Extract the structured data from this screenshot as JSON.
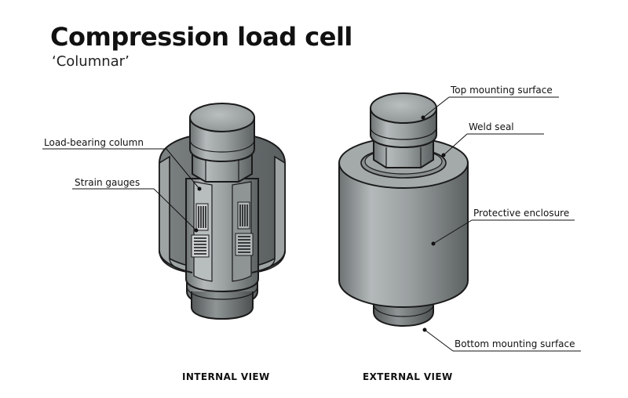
{
  "title": "Compression load cell",
  "subtitle": "‘Columnar’",
  "labels": {
    "load_bearing_column": "Load-bearing column",
    "strain_gauges": "Strain gauges",
    "top_mounting_surface": "Top mounting surface",
    "weld_seal": "Weld seal",
    "protective_enclosure": "Protective enclosure",
    "bottom_mounting_surface": "Bottom mounting surface"
  },
  "views": {
    "internal": "INTERNAL VIEW",
    "external": "EXTERNAL VIEW"
  },
  "colors": {
    "metal_light": "#a9aeaf",
    "metal_mid": "#8d9293",
    "metal_dark": "#5f6465",
    "outline": "#1a1a1a",
    "leader": "#111111"
  }
}
